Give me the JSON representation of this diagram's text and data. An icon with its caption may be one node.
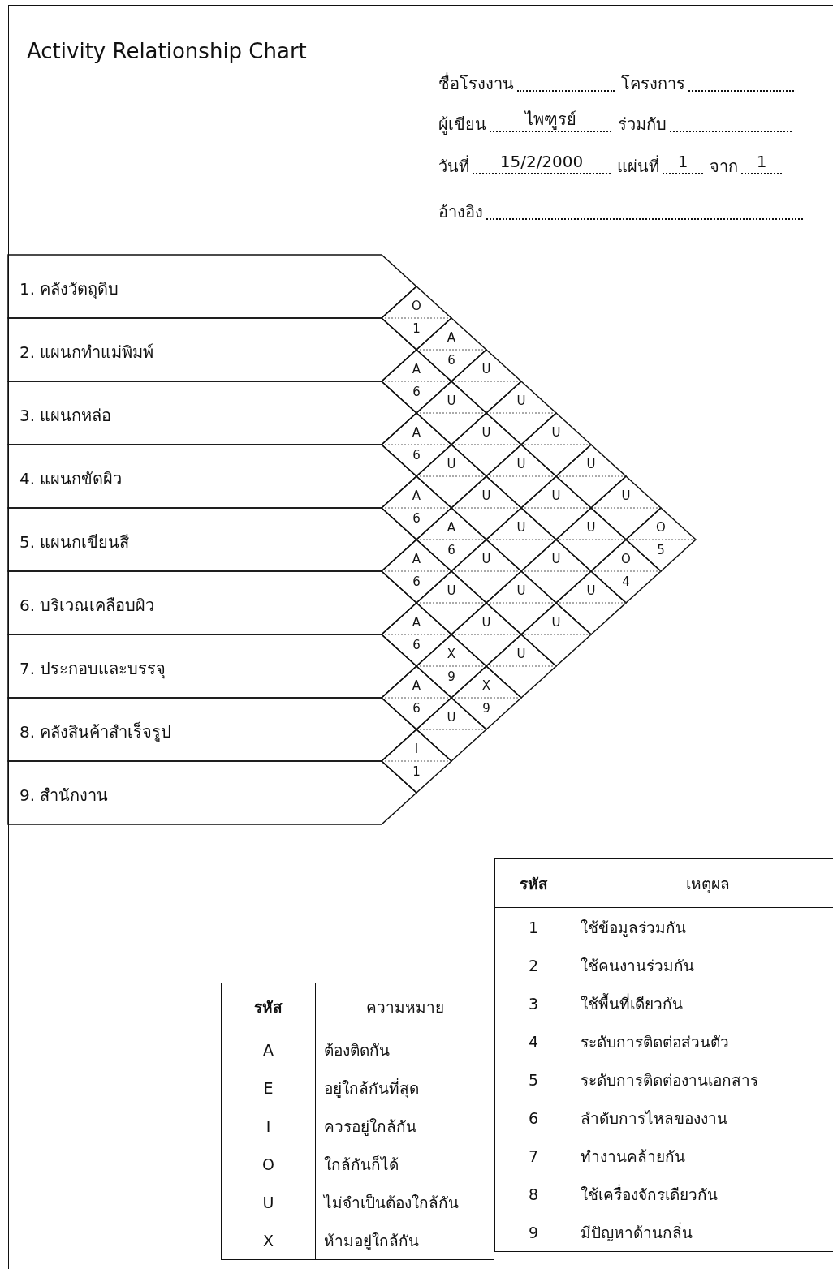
{
  "diagram": {
    "title": "Activity Relationship Chart",
    "nodes": [
      {
        "text": [
          "1. คลังวัตถุดิบ"
        ]
      },
      {
        "text": [
          "2. แผนกทำแม่พิมพ์"
        ]
      },
      {
        "text": [
          "3. แผนกหล่อ"
        ]
      },
      {
        "text": [
          "4. แผนกขัดผิว"
        ]
      },
      {
        "text": [
          "5. แผนกเขียนสี"
        ]
      },
      {
        "text": [
          "6. บริเวณเคลือบผิว"
        ]
      },
      {
        "text": [
          "7. ประกอบและบรรจุ"
        ]
      },
      {
        "text": [
          "8. คลังสินค้าสำเร็จรูป"
        ]
      },
      {
        "text": [
          "9. สำนักงาน"
        ]
      },
      {
        "text": [
          "O",
          "1"
        ]
      },
      {
        "text": [
          "A",
          "6"
        ]
      },
      {
        "text": [
          "U"
        ]
      },
      {
        "text": [
          "U"
        ]
      },
      {
        "text": [
          "U"
        ]
      },
      {
        "text": [
          "U"
        ]
      },
      {
        "text": [
          "U"
        ]
      },
      {
        "text": [
          "O",
          "5"
        ]
      },
      {
        "text": [
          "A",
          "6"
        ]
      },
      {
        "text": [
          "U"
        ]
      },
      {
        "text": [
          "U"
        ]
      },
      {
        "text": [
          "U"
        ]
      },
      {
        "text": [
          "U"
        ]
      },
      {
        "text": [
          "U"
        ]
      },
      {
        "text": [
          "O",
          "4"
        ]
      },
      {
        "text": [
          "A",
          "6"
        ]
      },
      {
        "text": [
          "U"
        ]
      },
      {
        "text": [
          "U"
        ]
      },
      {
        "text": [
          "U"
        ]
      },
      {
        "text": [
          "U"
        ]
      },
      {
        "text": [
          "U"
        ]
      },
      {
        "text": [
          "A",
          "6"
        ]
      },
      {
        "text": [
          "A",
          "6"
        ]
      },
      {
        "text": [
          "U"
        ]
      },
      {
        "text": [
          "U"
        ]
      },
      {
        "text": [
          "U"
        ]
      },
      {
        "text": [
          "A",
          "6"
        ]
      },
      {
        "text": [
          "U"
        ]
      },
      {
        "text": [
          "U"
        ]
      },
      {
        "text": [
          "U"
        ]
      },
      {
        "text": [
          "A",
          "6"
        ]
      },
      {
        "text": [
          "X",
          "9"
        ]
      },
      {
        "text": [
          "X",
          "9"
        ]
      },
      {
        "text": [
          "A",
          "6"
        ]
      },
      {
        "text": [
          "U"
        ]
      },
      {
        "text": [
          "I",
          "1"
        ]
      }
    ],
    "labels": [
      "ชื่อโรงงาน",
      "โครงการ",
      "ผู้เขียน",
      "ไพฑูรย์",
      "ร่วมกับ",
      "วันที่",
      "15/2/2000",
      "แผ่นที่",
      "1",
      "จาก",
      "1",
      "อ้างอิง",
      "รหัส",
      "เหตุผล",
      "1",
      "ใช้ข้อมูลร่วมกัน",
      "2",
      "ใช้คนงานร่วมกัน",
      "3",
      "ใช้พื้นที่เดียวกัน",
      "4",
      "ระดับการติดต่อส่วนตัว",
      "5",
      "ระดับการติดต่องานเอกสาร",
      "6",
      "ลำดับการไหลของงาน",
      "7",
      "ทำงานคล้ายกัน",
      "8",
      "ใช้เครื่องจักรเดียวกัน",
      "9",
      "มีปัญหาด้านกลิ่น",
      "รหัส",
      "ความหมาย",
      "A",
      "ต้องติดกัน",
      "E",
      "อยู่ใกล้กันที่สุด",
      "I",
      "ควรอยู่ใกล้กัน",
      "O",
      "ใกล้กันก็ได้",
      "U",
      "ไม่จำเป็นต้องใกล้กัน",
      "X",
      "ห้ามอยู่ใกล้กัน"
    ]
  }
}
